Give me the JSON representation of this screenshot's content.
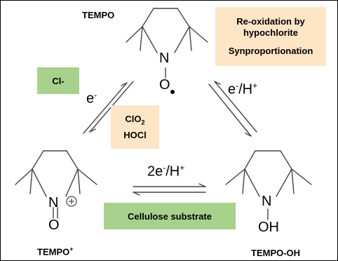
{
  "molecules": {
    "tempo": {
      "name": "TEMPO",
      "atom_n": "N",
      "atom_o": "O"
    },
    "tempo_plus": {
      "name": "TEMPO",
      "name_sup": "+",
      "atom_n": "N",
      "atom_o": "O"
    },
    "tempo_oh": {
      "name": "TEMPO-OH",
      "atom_n": "N",
      "atom_oh": "OH"
    }
  },
  "boxes": {
    "reoxidation": {
      "line1": "Re-oxidation by",
      "line2": "hypochlorite",
      "line3": "Synproportionation"
    },
    "chloride": {
      "text": "Cl-"
    },
    "oxidants": {
      "line1_main": "ClO",
      "line1_sub": "2",
      "line2": "HOCl"
    },
    "cellulose": {
      "text": "Cellulose substrate"
    }
  },
  "arrows": {
    "left": {
      "main": "e",
      "sup": "-"
    },
    "right": {
      "main": "e",
      "sup1": "-",
      "mid": "/H",
      "sup2": "+"
    },
    "bottom": {
      "main": "2e",
      "sup1": "-",
      "mid": "/H",
      "sup2": "+"
    }
  },
  "colors": {
    "peach": "#fde5c6",
    "green": "#a9d18e",
    "line": "#444444"
  }
}
